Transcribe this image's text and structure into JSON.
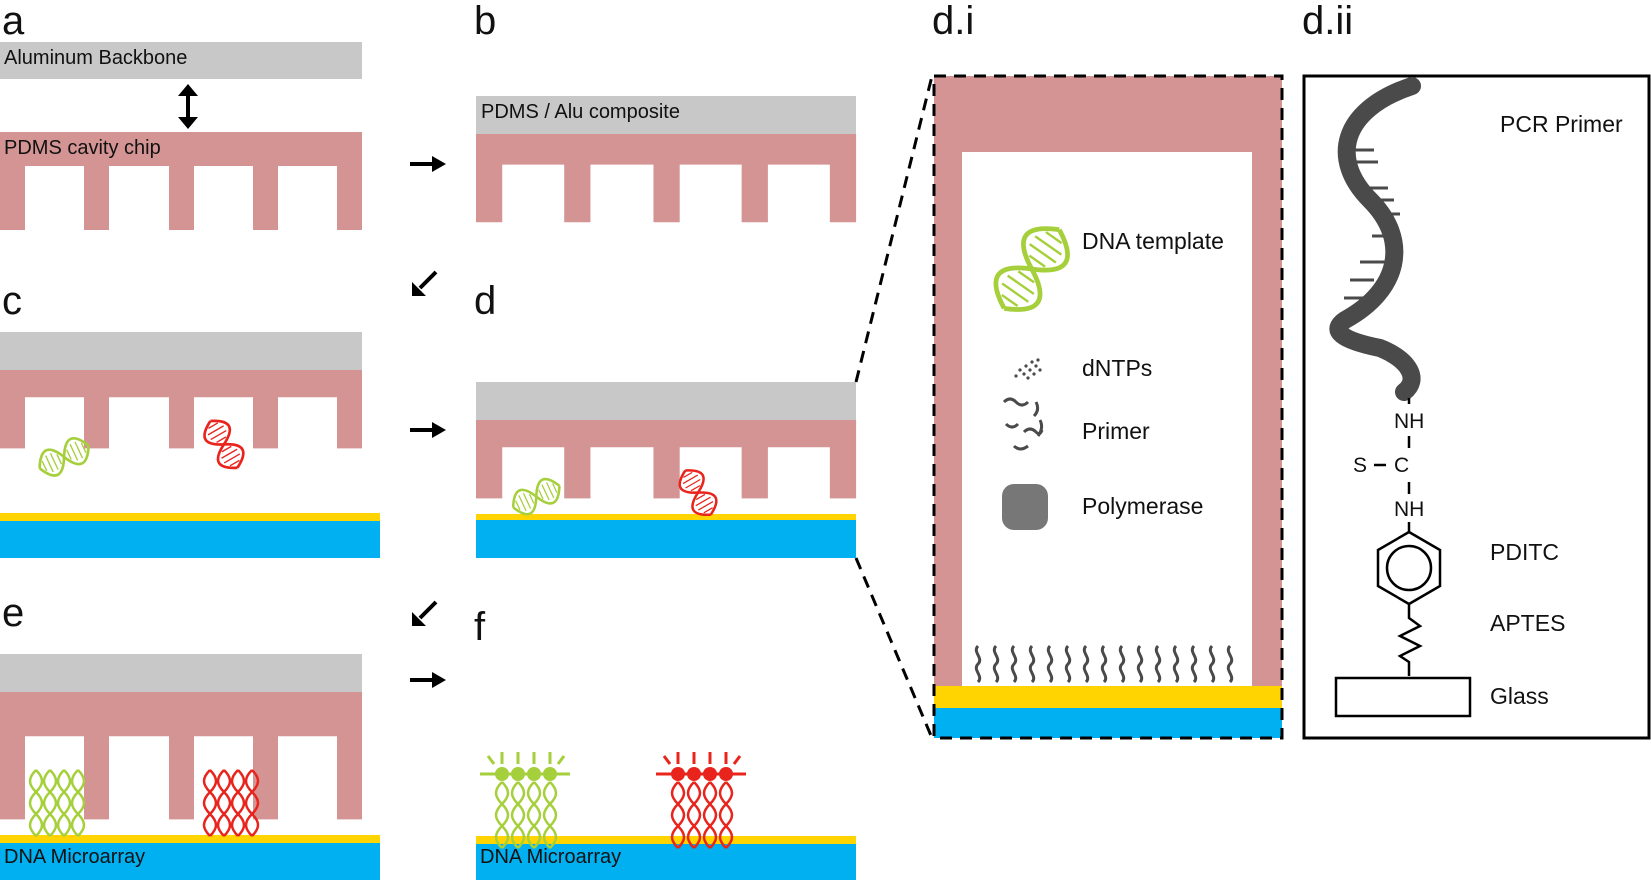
{
  "colors": {
    "aluminum": "#c8c8c8",
    "pdms": "#d49494",
    "glass": "#00b0f0",
    "coating": "#ffd400",
    "dna_green": "#a6cf3c",
    "dna_red": "#e8241c",
    "molecule": "#4a4a4a"
  },
  "panels": {
    "a": "a",
    "b": "b",
    "c": "c",
    "d": "d",
    "e": "e",
    "f": "f",
    "di": "d.i",
    "dii": "d.ii"
  },
  "labels": {
    "aluminum_backbone": "Aluminum Backbone",
    "pdms_cavity_chip": "PDMS cavity chip",
    "pdms_alu_composite": "PDMS / Alu composite",
    "dna_microarray_e": "DNA Microarray",
    "dna_microarray_f": "DNA Microarray"
  },
  "legend_di": {
    "dna_template": "DNA template",
    "dntps": "dNTPs",
    "primer": "Primer",
    "polymerase": "Polymerase"
  },
  "chem_dii": {
    "pcr_primer": "PCR Primer",
    "nh_top": "NH",
    "s": "S",
    "c": "C",
    "nh_bottom": "NH",
    "pditc": "PDITC",
    "aptes": "APTES",
    "glass": "Glass"
  },
  "icons": [
    "double-arrow-icon",
    "right-arrow-icon",
    "down-left-arrow-icon",
    "dna-helix-icon",
    "polymerase-icon"
  ]
}
